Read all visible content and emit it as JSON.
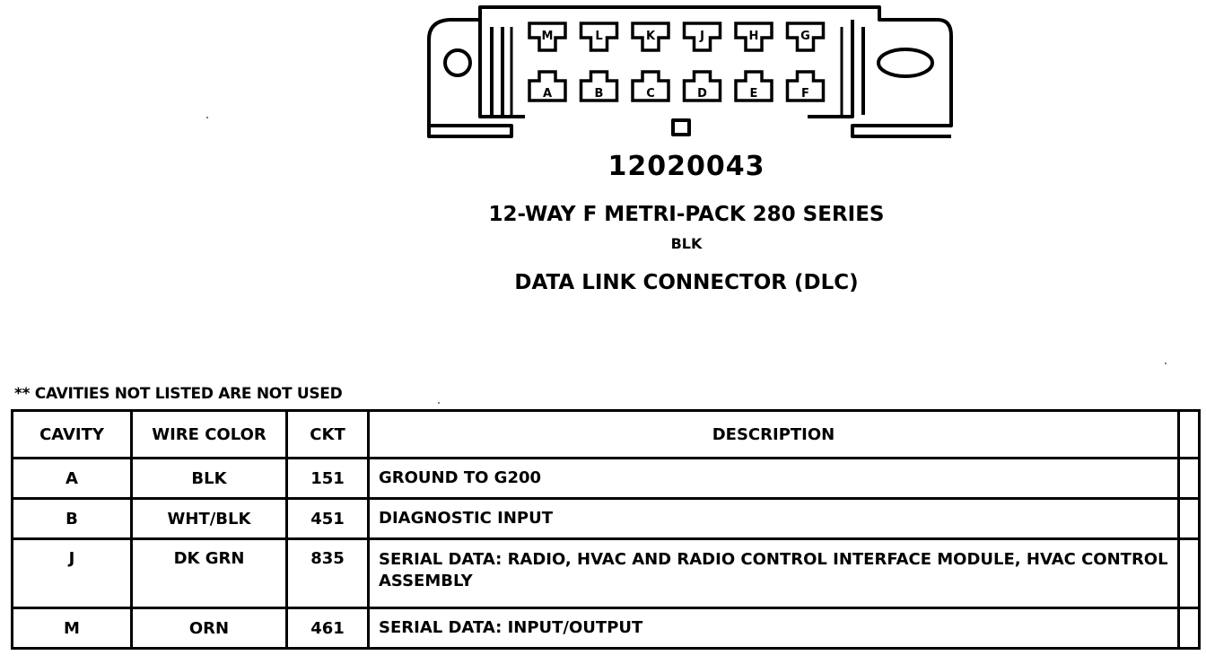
{
  "connector": {
    "top_row_pins": [
      "M",
      "L",
      "K",
      "J",
      "H",
      "G"
    ],
    "bottom_row_pins": [
      "A",
      "B",
      "C",
      "D",
      "E",
      "F"
    ],
    "part_number": "12020043",
    "series": "12-WAY F METRI-PACK 280 SERIES",
    "color": "BLK",
    "name": "DATA LINK CONNECTOR (DLC)"
  },
  "note": "** CAVITIES NOT LISTED ARE NOT USED",
  "table": {
    "headers": [
      "CAVITY",
      "WIRE COLOR",
      "CKT",
      "DESCRIPTION"
    ],
    "rows": [
      {
        "cavity": "A",
        "wire_color": "BLK",
        "ckt": "151",
        "description": "GROUND TO G200"
      },
      {
        "cavity": "B",
        "wire_color": "WHT/BLK",
        "ckt": "451",
        "description": "DIAGNOSTIC INPUT"
      },
      {
        "cavity": "J",
        "wire_color": "DK GRN",
        "ckt": "835",
        "description": "SERIAL DATA: RADIO, HVAC AND RADIO CONTROL INTERFACE MODULE, HVAC CONTROL ASSEMBLY"
      },
      {
        "cavity": "M",
        "wire_color": "ORN",
        "ckt": "461",
        "description": "SERIAL DATA: INPUT/OUTPUT"
      }
    ]
  }
}
